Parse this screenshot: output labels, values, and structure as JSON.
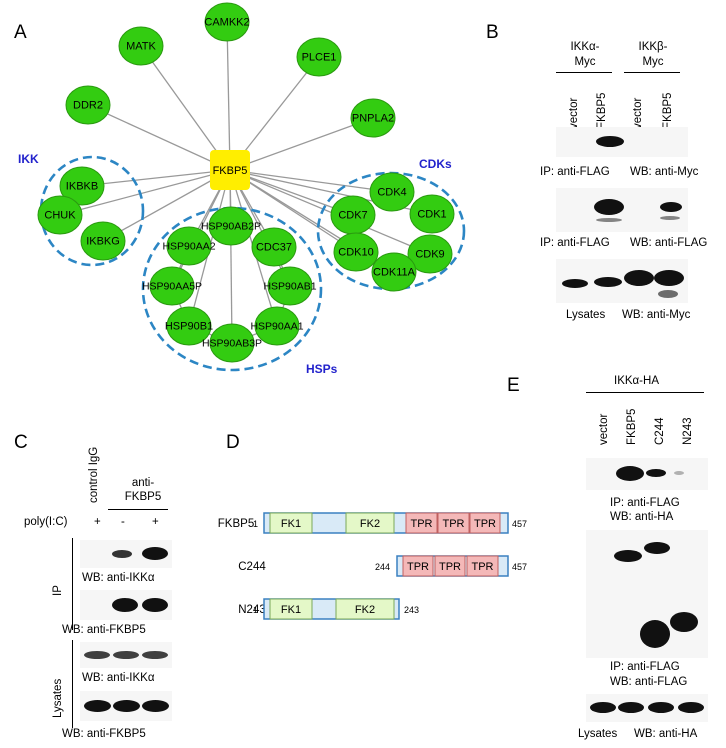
{
  "panels": {
    "a": "A",
    "b": "B",
    "c": "C",
    "d": "D",
    "e": "E"
  },
  "network": {
    "hub": "FKBP5",
    "nodes": [
      "CAMKK2",
      "MATK",
      "PLCE1",
      "DDR2",
      "PNPLA2",
      "IKBKB",
      "CHUK",
      "IKBKG",
      "CDK4",
      "CDK7",
      "CDK1",
      "CDK10",
      "CDK9",
      "CDK11A",
      "HSP90AB2P",
      "HSP90AA2",
      "CDC37",
      "HSP90AA5P",
      "HSP90AB1",
      "HSP90B1",
      "HSP90AA1",
      "HSP90AB3P"
    ],
    "groups": [
      "IKK",
      "CDKs",
      "HSPs"
    ],
    "colors": {
      "node": "#33cc11",
      "hub": "#ffee00",
      "group_ring": "#2c86c4",
      "group_label": "#2222cc"
    }
  },
  "panel_b": {
    "headers": [
      "IKKα-\nMyc",
      "IKKβ-\nMyc"
    ],
    "lanes": [
      "vector",
      "FKBP5",
      "vector",
      "FKBP5"
    ],
    "captions": [
      [
        "IP: anti-FLAG",
        "WB: anti-Myc"
      ],
      [
        "IP: anti-FLAG",
        "WB: anti-FLAG"
      ],
      [
        "Lysates",
        "WB: anti-Myc"
      ]
    ]
  },
  "panel_c": {
    "lanes": [
      "control IgG"
    ],
    "group_label": "anti-\nFKBP5",
    "poly_label": "poly(I:C)",
    "poly_values": [
      "+",
      "-",
      "+"
    ],
    "side_labels": [
      "IP",
      "Lysates"
    ],
    "captions": [
      "WB: anti-IKKα",
      "WB: anti-FKBP5",
      "WB: anti-IKKα",
      "WB: anti-FKBP5"
    ]
  },
  "panel_d": {
    "constructs": [
      {
        "name": "FKBP5",
        "start": "1",
        "end": "457",
        "domains": [
          "FK1",
          "FK2",
          "TPR",
          "TPR",
          "TPR"
        ]
      },
      {
        "name": "C244",
        "start": "244",
        "end": "457",
        "domains": [
          "TPR",
          "TPR",
          "TPR"
        ]
      },
      {
        "name": "N243",
        "start": "1",
        "end": "243",
        "domains": [
          "FK1",
          "FK2"
        ]
      }
    ],
    "colors": {
      "fk": "#e4f8c8",
      "tpr": "#f4b8b8",
      "outline": "#3a80c0"
    }
  },
  "panel_e": {
    "header": "IKKα-HA",
    "lanes": [
      "vector",
      "FKBP5",
      "C244",
      "N243"
    ],
    "captions": [
      [
        "IP: anti-FLAG",
        "WB: anti-HA"
      ],
      [
        "IP: anti-FLAG",
        "WB: anti-FLAG"
      ],
      [
        "Lysates",
        "WB: anti-HA"
      ]
    ]
  }
}
